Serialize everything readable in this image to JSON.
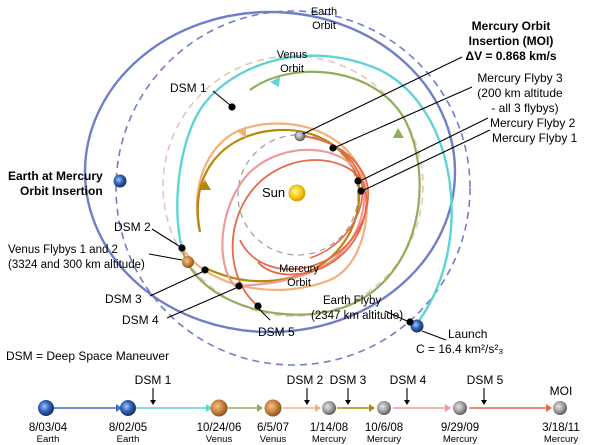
{
  "diagram": {
    "sun_label": "Sun",
    "orbit_labels": {
      "earth": [
        "Earth",
        "Orbit"
      ],
      "venus": [
        "Venus",
        "Orbit"
      ],
      "mercury": [
        "Mercury",
        "Orbit"
      ]
    },
    "moi": {
      "lines": [
        "Mercury Orbit",
        "Insertion (MOI)",
        "ΔV = 0.868 km/s"
      ]
    },
    "flyby3": [
      "Mercury Flyby 3",
      "(200 km altitude",
      "- all 3 flybys)"
    ],
    "flyby2": "Mercury Flyby 2",
    "flyby1": "Mercury Flyby 1",
    "dsm1": "DSM 1",
    "dsm2": "DSM 2",
    "dsm3": "DSM 3",
    "dsm4": "DSM 4",
    "dsm5": "DSM 5",
    "earth_moi": [
      "Earth at Mercury",
      "Orbit Insertion"
    ],
    "venus_flybys": [
      "Venus Flybys 1 and 2",
      "(3324 and 300 km altitude)"
    ],
    "earth_flyby": [
      "Earth Flyby",
      "(2347 km altitude)"
    ],
    "launch": [
      "Launch",
      "C = 16.4 km²/s²₃"
    ],
    "dsm_legend": "DSM = Deep Space Maneuver"
  },
  "timeline": {
    "events": [
      {
        "date": "8/03/04",
        "body": "Earth",
        "kind": "earth"
      },
      {
        "date": "8/02/05",
        "body": "Earth",
        "kind": "earth"
      },
      {
        "date": "10/24/06",
        "body": "Venus",
        "kind": "venus"
      },
      {
        "date": "6/5/07",
        "body": "Venus",
        "kind": "venus"
      },
      {
        "date": "1/14/08",
        "body": "Mercury",
        "kind": "mercury"
      },
      {
        "date": "10/6/08",
        "body": "Mercury",
        "kind": "mercury"
      },
      {
        "date": "9/29/09",
        "body": "Mercury",
        "kind": "mercury"
      },
      {
        "date": "3/18/11",
        "body": "Mercury",
        "kind": "mercury"
      }
    ],
    "dsm_markers": [
      "DSM 1",
      "DSM 2",
      "DSM 3",
      "DSM 4",
      "DSM 5"
    ],
    "moi_label": "MOI"
  },
  "colors": {
    "earth_orbit": "#6f7fc6",
    "venus_orbit": "#e8c4b4",
    "mercury_orbit": "#9a9a9a",
    "cyan_leg": "#5fd3d6",
    "green_leg": "#8fae5a",
    "orange_leg": "#f4b07a",
    "gold_leg": "#b8860b",
    "pink_leg": "#ef9a9a",
    "red_leg": "#e8694a",
    "sun": "#f5c400"
  }
}
